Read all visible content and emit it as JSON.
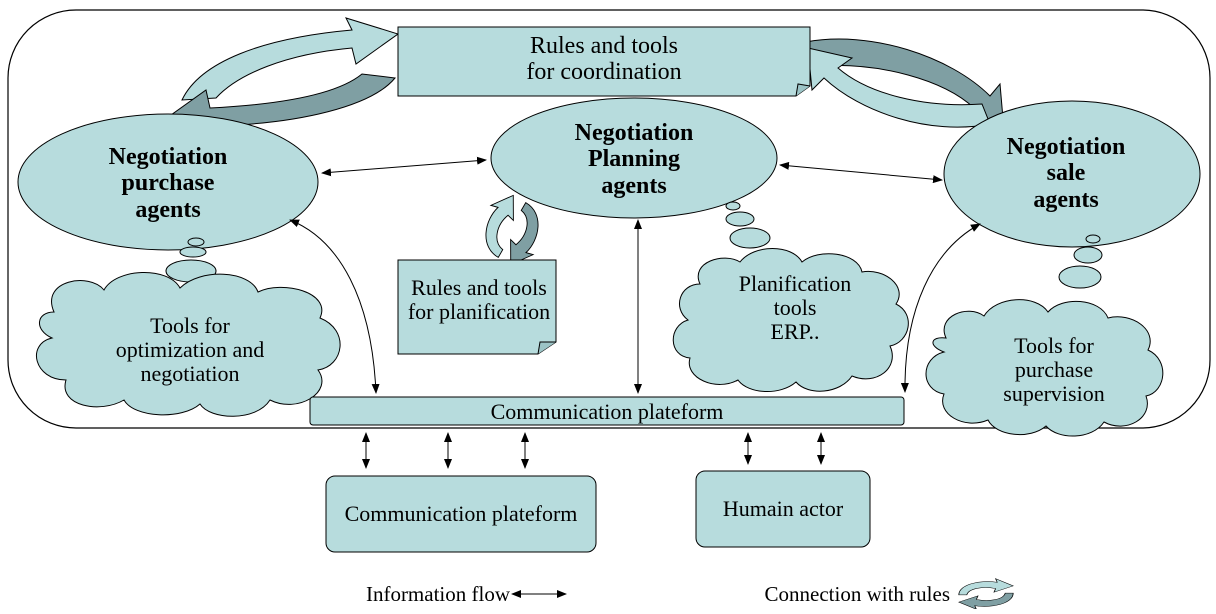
{
  "colors": {
    "fill": "#b7dcdd",
    "stroke": "#000000",
    "arrow_dark": "#7f9fa3",
    "background": "#ffffff"
  },
  "coordination_box": {
    "line1": "Rules and tools",
    "line2": "for coordination"
  },
  "agents": {
    "purchase": {
      "line1": "Negotiation",
      "line2": "purchase",
      "line3": "agents"
    },
    "planning": {
      "line1": "Negotiation",
      "line2": "Planning",
      "line3": "agents"
    },
    "sale": {
      "line1": "Negotiation",
      "line2": "sale",
      "line3": "agents"
    }
  },
  "clouds": {
    "optimization": {
      "line1": "Tools for",
      "line2": "optimization and",
      "line3": "negotiation"
    },
    "planification": {
      "line1": "Planification",
      "line2": "tools",
      "line3": "ERP.."
    },
    "supervision": {
      "line1": "Tools for",
      "line2": "purchase",
      "line3": "supervision"
    }
  },
  "planification_note": {
    "line1": "Rules and tools",
    "line2": "for planification"
  },
  "platform_bar": {
    "label": "Communication plateform"
  },
  "external": {
    "communication_box": {
      "label": "Communication plateform"
    },
    "human_box": {
      "label": "Humain actor"
    }
  },
  "legend": {
    "information_flow": "Information flow",
    "connection_with_rules": "Connection with rules"
  },
  "icons": {
    "cycle": "circular-arrows-icon",
    "double_arrow": "double-arrow-icon"
  }
}
